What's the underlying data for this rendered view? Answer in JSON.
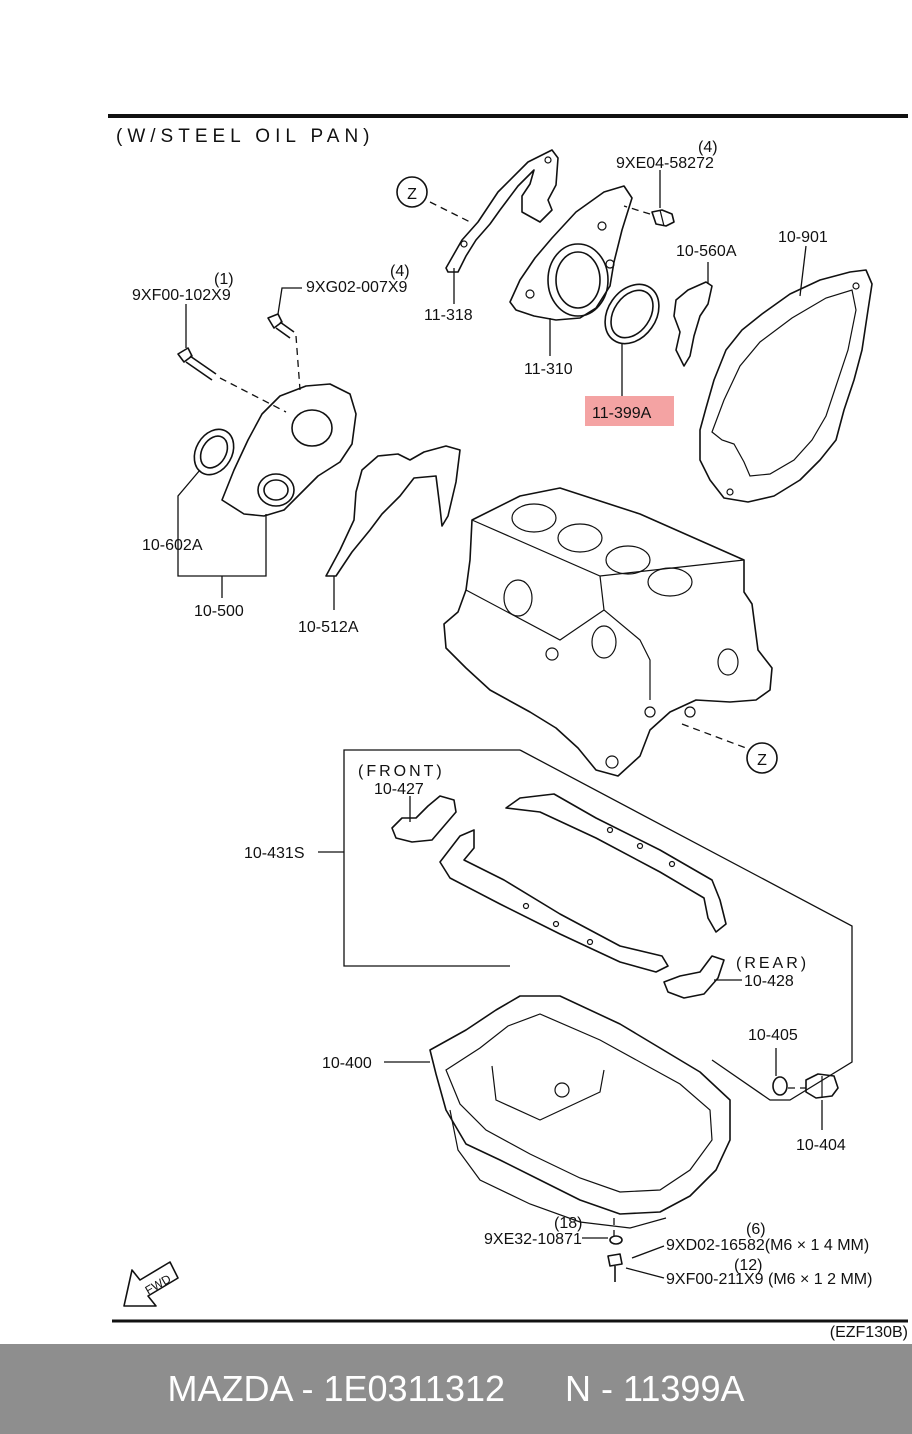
{
  "header": {
    "title": "(W/STEEL OIL PAN)"
  },
  "diagram_code": "(EZF130B)",
  "highlight_color": "#f4a3a3",
  "callouts": {
    "z_top": "Z",
    "z_bottom": "Z",
    "front": "(FRONT)",
    "rear": "(REAR)",
    "fwd": "FWD"
  },
  "parts": {
    "p11318": "11-318",
    "p11310": "11-310",
    "p11399a": "11-399A",
    "bolt_58272": "9XE04-58272",
    "qty_58272": "(4)",
    "p10560a": "10-560A",
    "p10901": "10-901",
    "bolt_102x9": "9XF00-102X9",
    "qty_102x9": "(1)",
    "bolt_007x9": "9XG02-007X9",
    "qty_007x9": "(4)",
    "p10602a": "10-602A",
    "p10500": "10-500",
    "p10512a": "10-512A",
    "p10427": "10-427",
    "p10431s": "10-431S",
    "p10428": "10-428",
    "p10405": "10-405",
    "p10400": "10-400",
    "p10404": "10-404",
    "washer_10871": "9XE32-10871",
    "qty_10871": "(18)",
    "bolt_16582": "9XD02-16582(M6 × 1 4 MM)",
    "qty_16582": "(6)",
    "bolt_211x9": "9XF00-211X9 (M6 × 1 2 MM)",
    "qty_211x9": "(12)"
  },
  "footer": {
    "brand_code": "MAZDA - 1E0311312",
    "part_ref": "N - 11399A"
  }
}
